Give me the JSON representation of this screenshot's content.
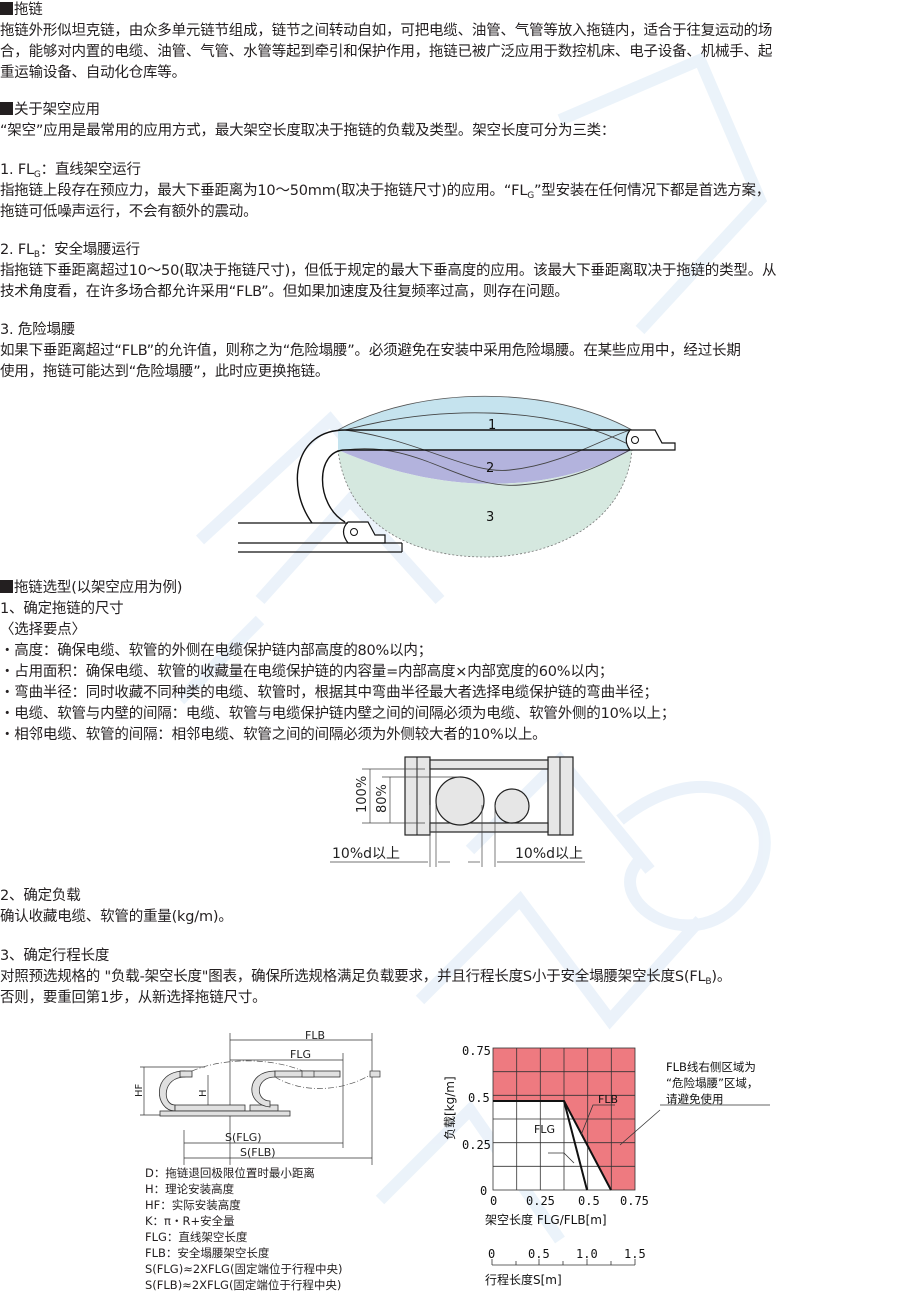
{
  "intro": {
    "heading": "拖链",
    "lines": [
      "拖链外形似坦克链，由众多单元链节组成，链节之间转动自如，可把电缆、油管、气管等放入拖链内，适合于往复运动的场",
      "合，能够对内置的电缆、油管、气管、水管等起到牵引和保护作用，拖链已被广泛应用于数控机床、电子设备、机械手、起",
      "重运输设备、自动化仓库等。"
    ]
  },
  "overhead": {
    "heading": "关于架空应用",
    "intro": "“架空”应用是最常用的应用方式，最大架空长度取决于拖链的负载及类型。架空长度可分为三类：",
    "items": [
      {
        "title_prefix": "1. FL",
        "title_sub": "G",
        "title_suffix": "：直线架空运行",
        "line1_a": "指拖链上段存在预应力，最大下垂距离为10～50mm(取决于拖链尺寸)的应用。“FL",
        "line1_sub": "G",
        "line1_b": "”型安装在任何情况下都是首选方案，",
        "line2": "拖链可低噪声运行，不会有额外的震动。"
      },
      {
        "title_prefix": "2. FL",
        "title_sub": "B",
        "title_suffix": "：安全塌腰运行",
        "line1": "指拖链下垂距离超过10～50(取决于拖链尺寸)，但低于规定的最大下垂高度的应用。该最大下垂距离取决于拖链的类型。从",
        "line2": "技术角度看，在许多场合都允许采用“FLB”。但如果加速度及往复频率过高，则存在问题。"
      },
      {
        "title": "3. 危险塌腰",
        "line1": "如果下垂距离超过“FLB”的允许值，则称之为“危险塌腰”。必须避免在安装中采用危险塌腰。在某些应用中，经过长期",
        "line2": "使用，拖链可能达到“危险塌腰”，此时应更换拖链。"
      }
    ],
    "diagram": {
      "zone_labels": [
        "1",
        "2",
        "3"
      ],
      "colors": {
        "zone1": "#c5e3ee",
        "zone2": "#b3b3dd",
        "zone3": "#d5e8df"
      }
    }
  },
  "selection": {
    "heading": "拖链选型(以架空应用为例)",
    "step1": "1、确定拖链的尺寸",
    "points_title": "〈选择要点〉",
    "points": [
      "・高度：确保电缆、软管的外侧在电缆保护链内部高度的80%以内；",
      "・占用面积：确保电缆、软管的收藏量在电缆保护链的内容量=内部高度×内部宽度的60%以内；",
      "・弯曲半径：同时收藏不同种类的电缆、软管时，根据其中弯曲半径最大者选择电缆保护链的弯曲半径；",
      "・电缆、软管与内壁的间隔：电缆、软管与电缆保护链内壁之间的间隔必须为电缆、软管外侧的10%以上；",
      "・相邻电缆、软管的间隔：相邻电缆、软管之间的间隔必须为外侧较大者的10%以上。"
    ],
    "cross_section": {
      "label_100": "100%",
      "label_80": "80%",
      "label_left": "10%d以上",
      "label_right": "10%d以上"
    },
    "step2": "2、确定负载",
    "step2_text": "确认收藏电缆、软管的重量(kg/m)。",
    "step3": "3、确定行程长度",
    "step3_line1_a": "对照预选规格的 \"负载-架空长度\"图表，确保所选规格满足负载要求，并且行程长度S小于安全塌腰架空长度S(FL",
    "step3_line1_sub": "B",
    "step3_line1_b": ")。",
    "step3_line2": "否则，要重回第1步，从新选择拖链尺寸。"
  },
  "install_diagram": {
    "label_flb": "FLB",
    "label_flg": "FLG",
    "label_hf": "HF",
    "label_h": "H",
    "label_sflg": "S(FLG)",
    "label_sflb": "S(FLB)",
    "legend": [
      "D：拖链退回极限位置时最小距离",
      "H：理论安装高度",
      "HF：实际安装高度",
      "K：π・R+安全量",
      "FLG：直线架空长度",
      "FLB：安全塌腰架空长度",
      "S(FLG)≈2XFLG(固定端位于行程中央)",
      "S(FLB)≈2XFLG(固定端位于行程中央)"
    ]
  },
  "chart_data": {
    "type": "area",
    "title": "",
    "xlabel": "架空长度 FLG/FLB[m]",
    "ylabel": "负载[kg/m]",
    "xlim": [
      0,
      0.75
    ],
    "ylim": [
      0,
      0.75
    ],
    "x_ticks": [
      "0",
      "0.25",
      "0.5",
      "0.75"
    ],
    "y_ticks": [
      "0",
      "0.25",
      "0.5",
      "0.75"
    ],
    "grid": true,
    "series": [
      {
        "name": "FLB",
        "points": [
          [
            0,
            0.47
          ],
          [
            0.375,
            0.47
          ],
          [
            0.625,
            0
          ]
        ]
      },
      {
        "name": "FLG",
        "points": [
          [
            0,
            0.47
          ],
          [
            0.375,
            0.47
          ],
          [
            0.5,
            0
          ]
        ]
      }
    ],
    "danger_region_color": "#ee7a80",
    "annotation": "FLB线右侧区域为“危险塌腰”区域，请避免使用",
    "annotation_lines": [
      "FLB线右侧区域为",
      "“危险塌腰”区域，",
      "请避免使用"
    ],
    "stroke_scale": {
      "label": "行程长度S[m]",
      "ticks": [
        "0",
        "0.5",
        "1.0",
        "1.5"
      ]
    }
  }
}
